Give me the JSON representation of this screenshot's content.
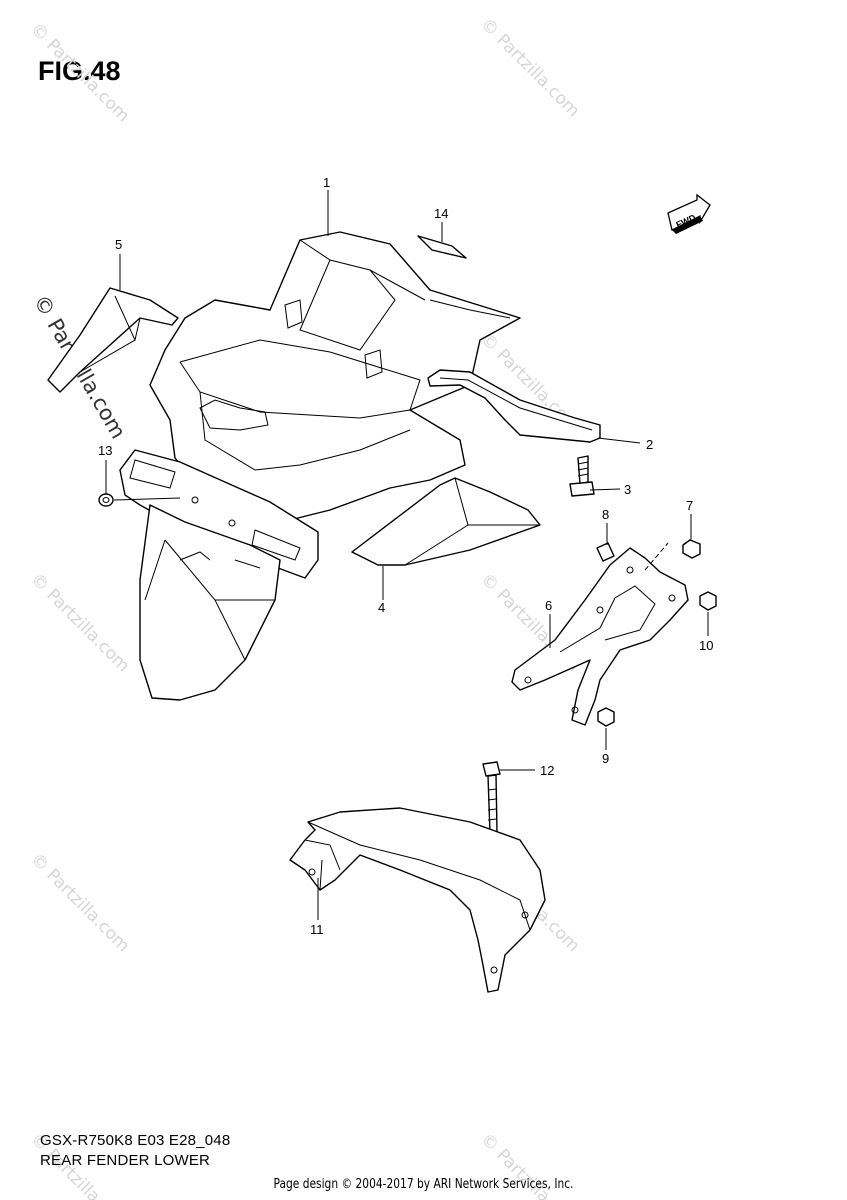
{
  "figure": {
    "title": "FIG.48"
  },
  "watermark": {
    "text": "© Partzilla.com"
  },
  "fwd_badge": {
    "label": "FWD"
  },
  "callouts": [
    "1",
    "2",
    "3",
    "4",
    "5",
    "6",
    "7",
    "8",
    "9",
    "10",
    "11",
    "12",
    "13",
    "14"
  ],
  "footer": {
    "model_code": "GSX-R750K8 E03 E28_048",
    "section_name": "REAR FENDER LOWER",
    "credit": "Page design © 2004-2017 by ARI Network Services, Inc."
  }
}
